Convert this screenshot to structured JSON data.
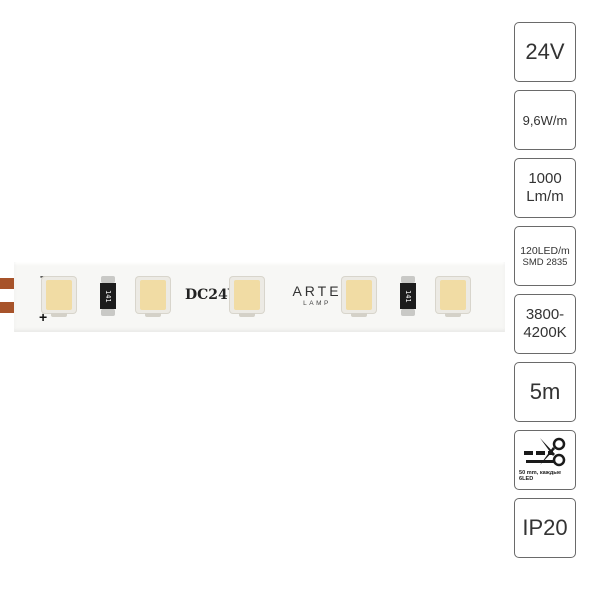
{
  "strip": {
    "polarity_minus": "–",
    "polarity_plus": "+",
    "voltage_label": "DC24V",
    "brand_name": "ARTE",
    "brand_sub": "LAMP",
    "resistor_code_1": "141",
    "resistor_code_2": "141"
  },
  "specs": {
    "voltage": "24V",
    "power": "9,6W/m",
    "flux_line1": "1000",
    "flux_line2": "Lm/m",
    "leds_line1": "120LED/m",
    "leds_line2": "SMD 2835",
    "cct_line1": "3800-",
    "cct_line2": "4200K",
    "length": "5m",
    "cut_note_line1": "50 mm, каждые",
    "cut_note_line2": "6LED",
    "ip": "IP20"
  },
  "colors": {
    "wire": "#a7532a",
    "led_phosphor": "#f1dca4",
    "badge_border": "#6a6a6a"
  },
  "icons": [
    "scissors-icon"
  ]
}
